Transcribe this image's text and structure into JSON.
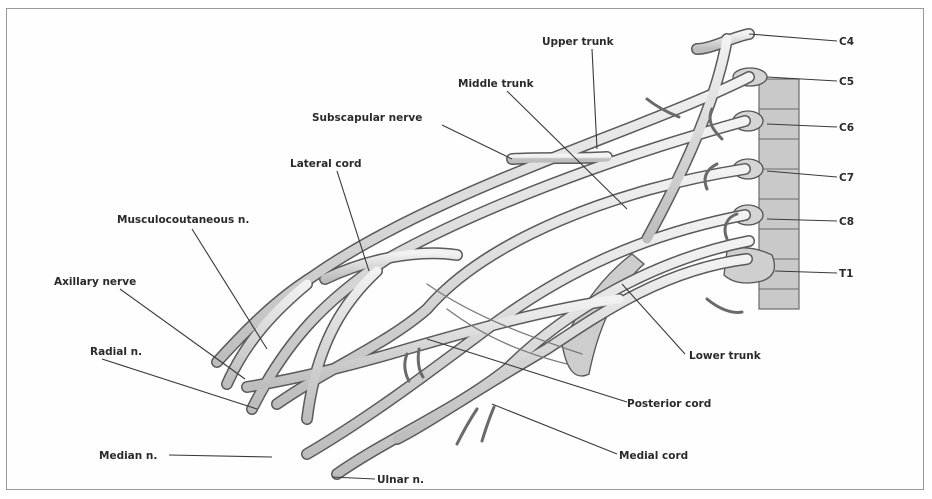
{
  "labels": {
    "c4": "C4",
    "c5": "C5",
    "c6": "C6",
    "c7": "C7",
    "c8": "C8",
    "t1": "T1",
    "upper_trunk": "Upper trunk",
    "middle_trunk": "Middle trunk",
    "lower_trunk": "Lower trunk",
    "subscapular_nerve": "Subscapular nerve",
    "lateral_cord": "Lateral cord",
    "posterior_cord": "Posterior cord",
    "medial_cord": "Medial cord",
    "musculocutaneous": "Musculocoutaneous n.",
    "axillary_nerve": "Axillary nerve",
    "radial": "Radial n.",
    "median": "Median n.",
    "ulnar": "Ulnar n."
  },
  "colors": {
    "nerve_fill": "#dcdcdc",
    "nerve_outline": "#5a5a5a",
    "spine_fill": "#c9c9c9",
    "label": "#2a2a2a"
  }
}
